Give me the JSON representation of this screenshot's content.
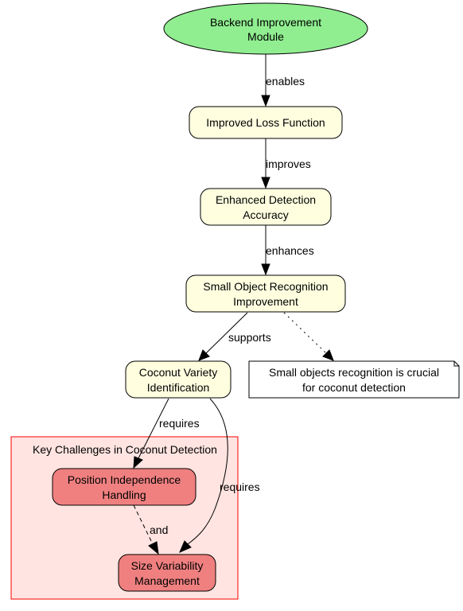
{
  "diagram": {
    "nodes": {
      "backend": {
        "lines": [
          "Backend Improvement",
          "Module"
        ],
        "color": "#90EE90"
      },
      "loss": {
        "lines": [
          "Improved Loss Function"
        ],
        "color": "#FFFFE0"
      },
      "detection": {
        "lines": [
          "Enhanced Detection",
          "Accuracy"
        ],
        "color": "#FFFFE0"
      },
      "small_object": {
        "lines": [
          "Small Object Recognition",
          "Improvement"
        ],
        "color": "#FFFFE0"
      },
      "variety": {
        "lines": [
          "Coconut Variety",
          "Identification"
        ],
        "color": "#FFFFE0"
      },
      "position": {
        "lines": [
          "Position Independence",
          "Handling"
        ],
        "color": "#F08080"
      },
      "size": {
        "lines": [
          "Size Variability",
          "Management"
        ],
        "color": "#F08080"
      }
    },
    "note": {
      "lines": [
        "Small objects recognition is crucial",
        "for coconut detection"
      ]
    },
    "cluster": {
      "label": "Key Challenges in Coconut Detection",
      "fill": "#FFE4E1",
      "border": "#FF0000"
    },
    "edges": {
      "enables": "enables",
      "improves": "improves",
      "enhances": "enhances",
      "supports": "supports",
      "requires_position": "requires",
      "requires_size": "requires",
      "and": "and"
    }
  }
}
